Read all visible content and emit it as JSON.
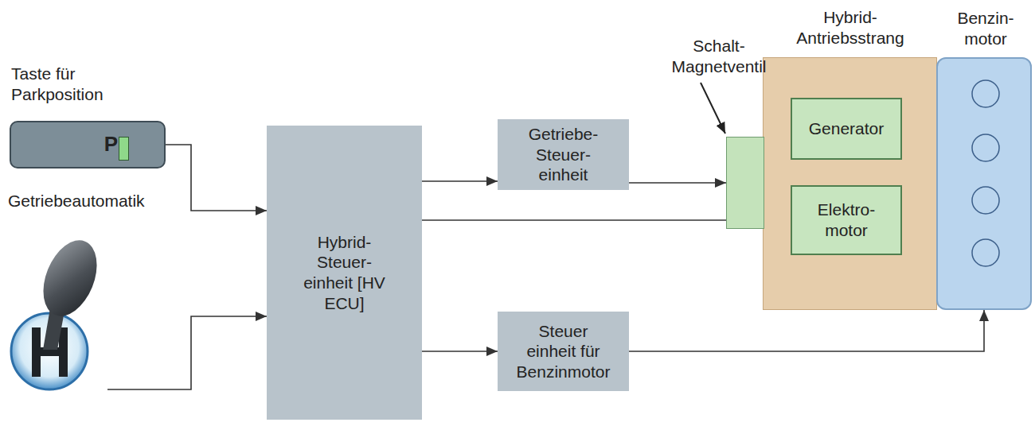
{
  "diagram": {
    "nodes": [
      {
        "text": [
          "Taste für Parkposition",
          "P"
        ]
      },
      {
        "text": [
          "Getriebeautomatik"
        ]
      },
      {
        "text": [
          "Hybrid- Steuer- einheit [HV ECU]"
        ]
      },
      {
        "text": [
          "Getriebe- Steuer- einheit"
        ]
      },
      {
        "text": [
          "Steuer einheit für Benzinmotor"
        ]
      },
      {
        "text": [
          "Schalt- Magnetventil"
        ]
      },
      {
        "text": [
          "Hybrid- Antriebsstrang"
        ]
      },
      {
        "text": [
          "Generator"
        ],
        "in": 6
      },
      {
        "text": [
          "Elektro- motor"
        ],
        "in": 6
      },
      {
        "text": [
          "Benzin- motor"
        ]
      }
    ],
    "edges": [
      {
        "from": 0,
        "to": 2,
        "arrow": "to"
      },
      {
        "from": 1,
        "to": 2,
        "arrow": "to"
      },
      {
        "from": 2,
        "to": 3,
        "arrow": "to"
      },
      {
        "from": 2,
        "to": 8,
        "arrow": "to"
      },
      {
        "from": 2,
        "to": 4,
        "arrow": "to"
      },
      {
        "from": 3,
        "to": 5,
        "arrow": "to"
      },
      {
        "from": 4,
        "to": 9,
        "arrow": "to"
      }
    ]
  }
}
